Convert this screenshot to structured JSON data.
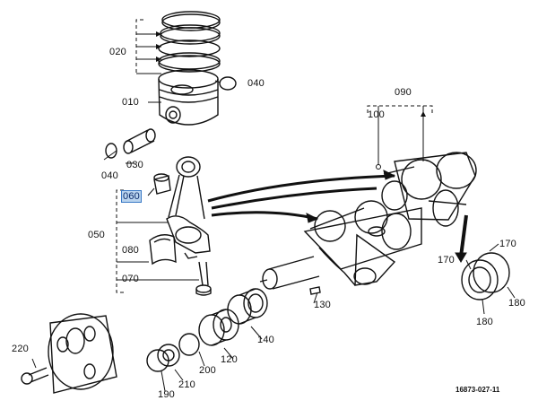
{
  "callouts": {
    "c020": "020",
    "c040a": "040",
    "c010": "010",
    "c040b": "040",
    "c030": "030",
    "c060": "060",
    "c050": "050",
    "c080": "080",
    "c070": "070",
    "c090": "090",
    "c100": "100",
    "c130": "130",
    "c140": "140",
    "c120": "120",
    "c200": "200",
    "c210": "210",
    "c190": "190",
    "c220": "220",
    "c170a": "170",
    "c170b": "170",
    "c180a": "180",
    "c180b": "180"
  },
  "figure_number": "16873-027-11",
  "selected_callout": "060"
}
